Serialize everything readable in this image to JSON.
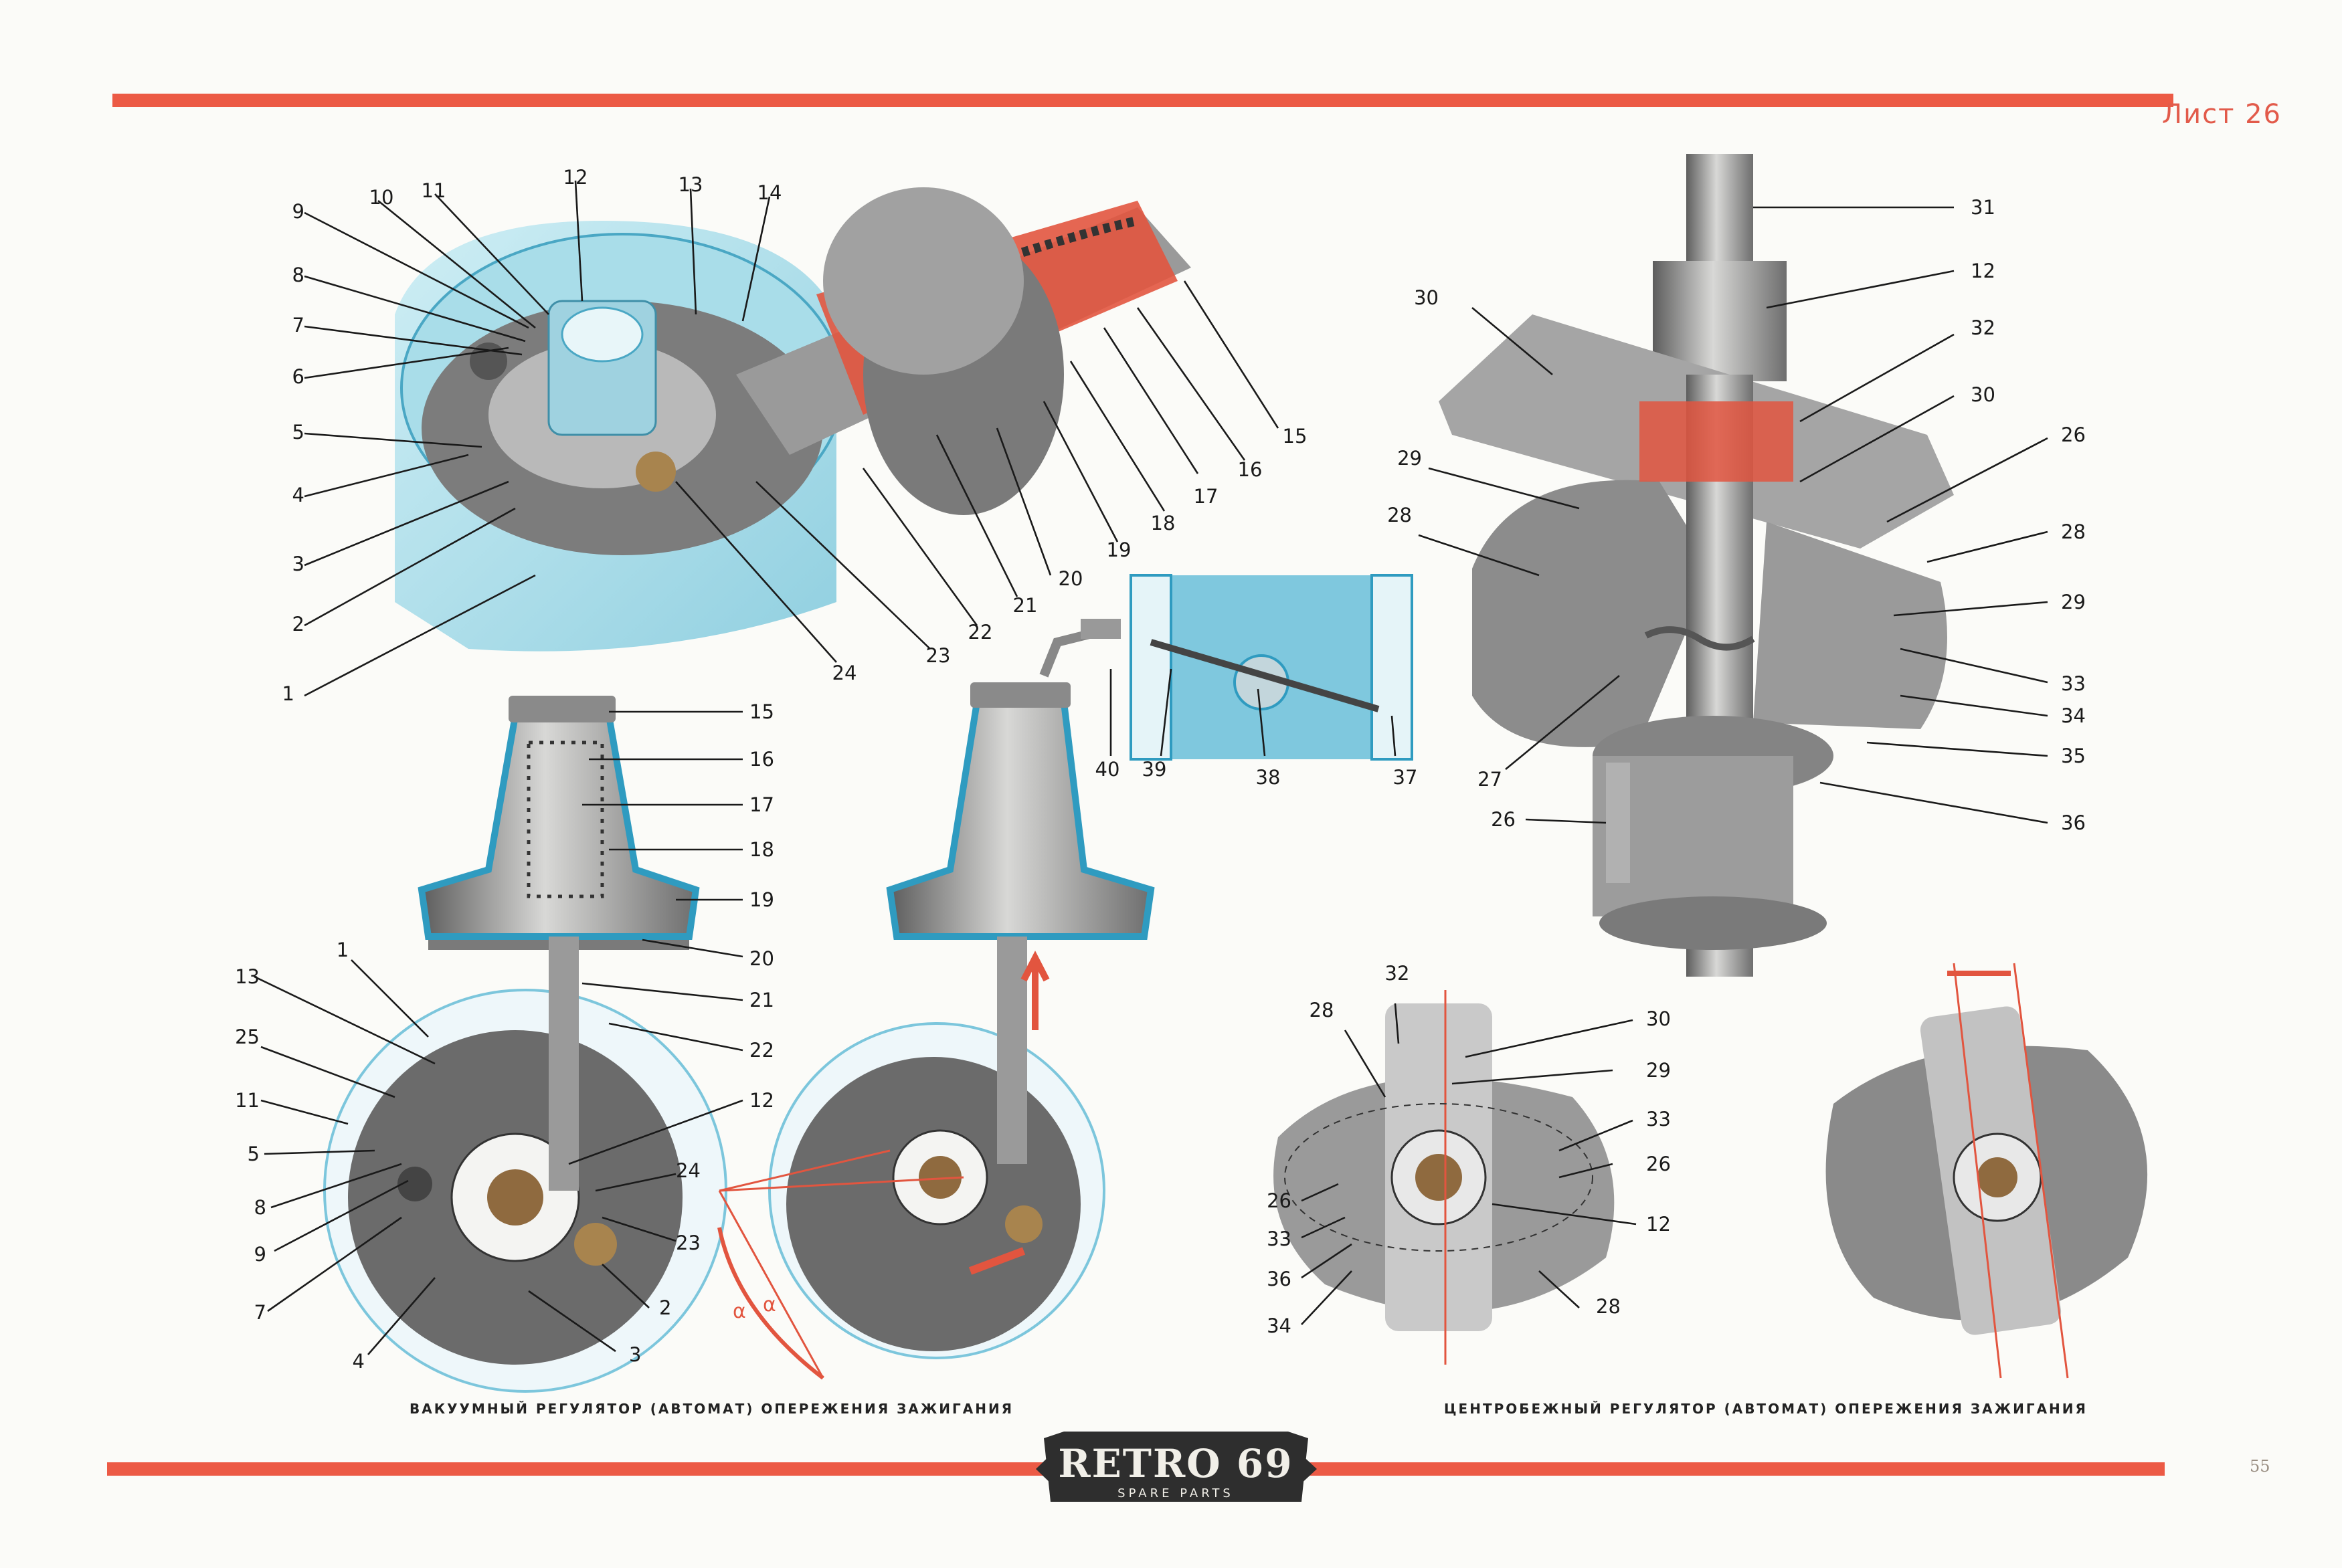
{
  "sheet_label": "Лист 26",
  "page_number": "55",
  "captions": {
    "vacuum": "ВАКУУМНЫЙ РЕГУЛЯТОР (АВТОМАТ) ОПЕРЕЖЕНИЯ ЗАЖИГАНИЯ",
    "centrifugal": "ЦЕНТРОБЕЖНЫЙ РЕГУЛЯТОР (АВТОМАТ) ОПЕРЕЖЕНИЯ ЗАЖИГАНИЯ"
  },
  "logo": {
    "main": "RETRO 69",
    "sub": "SPARE PARTS"
  },
  "greek": {
    "alpha": "α"
  },
  "colors": {
    "accent_red": "#ec5a45",
    "cyan": "#8fd3e6",
    "metal": "#8d8d8d",
    "logo_bg": "#2e2e2e"
  },
  "callouts": {
    "top_left": [
      "1",
      "2",
      "3",
      "4",
      "5",
      "6",
      "7",
      "8",
      "9",
      "10",
      "11",
      "12",
      "13",
      "14",
      "15",
      "16",
      "17",
      "18",
      "19",
      "20",
      "21",
      "22",
      "23",
      "24"
    ],
    "bottom_left": [
      "15",
      "16",
      "17",
      "18",
      "19",
      "20",
      "21",
      "22",
      "12",
      "24",
      "23",
      "2",
      "3",
      "4",
      "7",
      "9",
      "8",
      "5",
      "11",
      "25",
      "13",
      "1"
    ],
    "middle": [
      "40",
      "39",
      "38",
      "37"
    ],
    "right_assembly": [
      "31",
      "12",
      "32",
      "30",
      "26",
      "28",
      "29",
      "33",
      "34",
      "35",
      "36",
      "30",
      "29",
      "28",
      "27",
      "26"
    ],
    "right_plan": [
      "32",
      "28",
      "30",
      "29",
      "33",
      "26",
      "12",
      "26",
      "33",
      "36",
      "34",
      "28"
    ]
  }
}
